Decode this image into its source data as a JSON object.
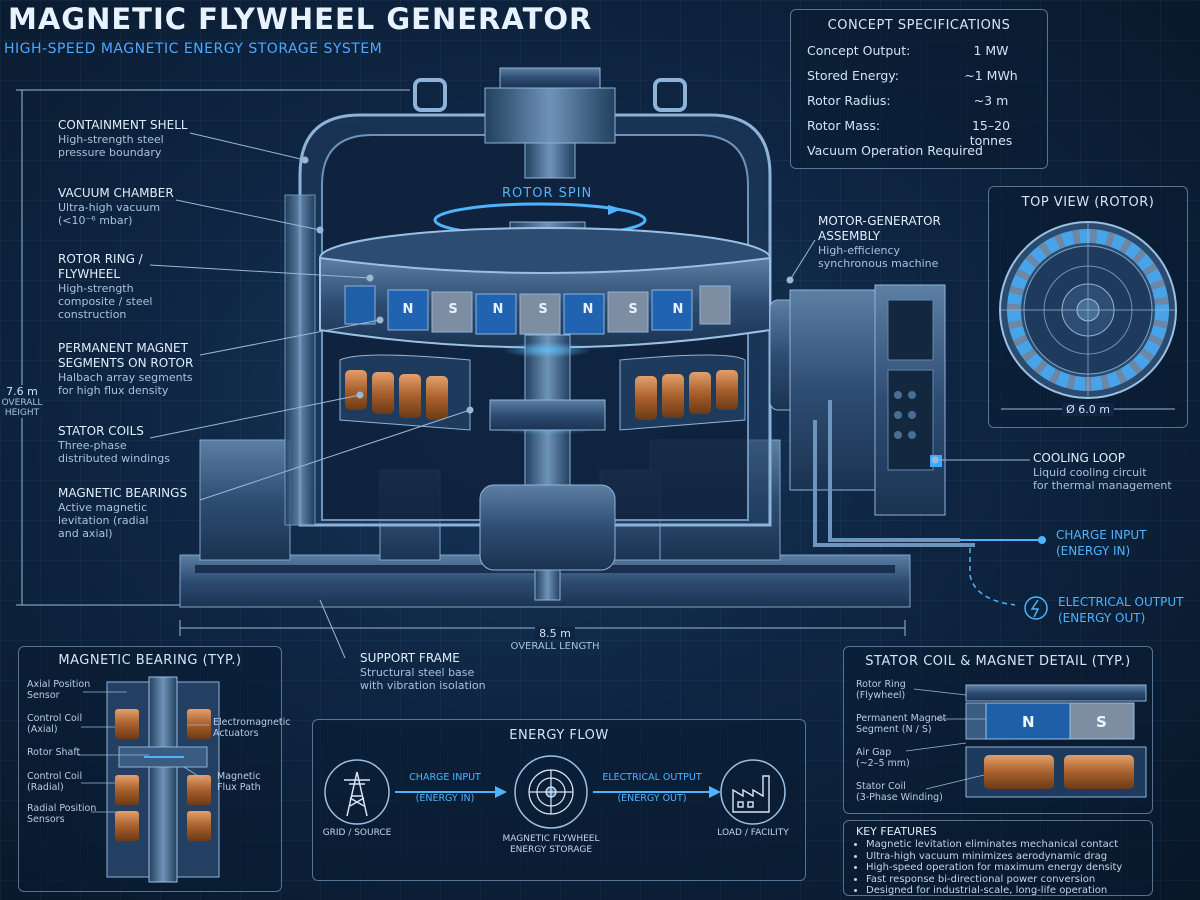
{
  "header": {
    "title": "MAGNETIC FLYWHEEL GENERATOR",
    "subtitle": "HIGH-SPEED MAGNETIC ENERGY STORAGE SYSTEM"
  },
  "specs": {
    "heading": "CONCEPT SPECIFICATIONS",
    "rows": [
      {
        "label": "Concept Output:",
        "value": "1 MW"
      },
      {
        "label": "Stored Energy:",
        "value": "~1 MWh"
      },
      {
        "label": "Rotor Radius:",
        "value": "~3 m"
      },
      {
        "label": "Rotor Mass:",
        "value": "15–20 tonnes"
      }
    ],
    "footer": "Vacuum Operation Required"
  },
  "callouts": {
    "containment": {
      "title": "CONTAINMENT SHELL",
      "desc1": "High-strength steel",
      "desc2": "pressure boundary"
    },
    "vacuum": {
      "title": "VACUUM CHAMBER",
      "desc1": "Ultra-high vacuum",
      "desc2": "(<10⁻⁶ mbar)"
    },
    "rotor": {
      "title1": "ROTOR RING /",
      "title2": "FLYWHEEL",
      "desc1": "High-strength",
      "desc2": "composite / steel",
      "desc3": "construction"
    },
    "magnets": {
      "title1": "PERMANENT MAGNET",
      "title2": "SEGMENTS ON ROTOR",
      "desc1": "Halbach array segments",
      "desc2": "for high flux density"
    },
    "stator": {
      "title": "STATOR COILS",
      "desc1": "Three-phase",
      "desc2": "distributed windings"
    },
    "bearings": {
      "title": "MAGNETIC BEARINGS",
      "desc1": "Active magnetic",
      "desc2": "levitation (radial",
      "desc3": "and axial)"
    },
    "motor": {
      "title1": "MOTOR-GENERATOR",
      "title2": "ASSEMBLY",
      "desc1": "High-efficiency",
      "desc2": "synchronous machine"
    },
    "cooling": {
      "title": "COOLING LOOP",
      "desc1": "Liquid cooling circuit",
      "desc2": "for thermal management"
    },
    "charge": {
      "line1": "CHARGE INPUT",
      "line2": "(ENERGY IN)"
    },
    "output": {
      "line1": "ELECTRICAL OUTPUT",
      "line2": "(ENERGY OUT)"
    },
    "frame": {
      "title": "SUPPORT FRAME",
      "desc1": "Structural steel base",
      "desc2": "with vibration isolation"
    },
    "rotor_spin": "ROTOR SPIN"
  },
  "dimensions": {
    "height_value": "7.6 m",
    "height_l1": "OVERALL",
    "height_l2": "HEIGHT",
    "length_value": "8.5 m",
    "length_label": "OVERALL LENGTH"
  },
  "magnet_poles": [
    "N",
    "S",
    "N",
    "S",
    "N",
    "S",
    "N"
  ],
  "top_view": {
    "heading": "TOP VIEW (ROTOR)",
    "diameter": "Ø 6.0 m"
  },
  "bearing_detail": {
    "heading": "MAGNETIC BEARING (TYP.)",
    "left": [
      {
        "l1": "Axial Position",
        "l2": "Sensor"
      },
      {
        "l1": "Control Coil",
        "l2": "(Axial)"
      },
      {
        "l1": "Rotor Shaft",
        "l2": ""
      },
      {
        "l1": "Control Coil",
        "l2": "(Radial)"
      },
      {
        "l1": "Radial Position",
        "l2": "Sensors"
      }
    ],
    "right": [
      {
        "l1": "Electromagnetic",
        "l2": "Actuators"
      },
      {
        "l1": "Magnetic",
        "l2": "Flux Path"
      }
    ]
  },
  "energy_flow": {
    "heading": "ENERGY FLOW",
    "charge_l1": "CHARGE INPUT",
    "charge_l2": "(ENERGY IN)",
    "output_l1": "ELECTRICAL OUTPUT",
    "output_l2": "(ENERGY OUT)",
    "grid": "GRID / SOURCE",
    "storage_l1": "MAGNETIC FLYWHEEL",
    "storage_l2": "ENERGY STORAGE",
    "load": "LOAD / FACILITY"
  },
  "coil_detail": {
    "heading": "STATOR COIL & MAGNET DETAIL (TYP.)",
    "labels": [
      {
        "l1": "Rotor Ring",
        "l2": "(Flywheel)"
      },
      {
        "l1": "Permanent Magnet",
        "l2": "Segment (N / S)"
      },
      {
        "l1": "Air Gap",
        "l2": "(~2–5 mm)"
      },
      {
        "l1": "Stator Coil",
        "l2": "(3-Phase Winding)"
      }
    ],
    "pole_n": "N",
    "pole_s": "S"
  },
  "key_features": {
    "heading": "KEY FEATURES",
    "items": [
      "Magnetic levitation eliminates mechanical contact",
      "Ultra-high vacuum minimizes aerodynamic drag",
      "High-speed operation for maximum energy density",
      "Fast response bi-directional power conversion",
      "Designed for industrial-scale, long-life operation"
    ]
  },
  "colors": {
    "accent": "#4fb3ff",
    "background": "#0e2542",
    "copper": "#c07a3e"
  }
}
